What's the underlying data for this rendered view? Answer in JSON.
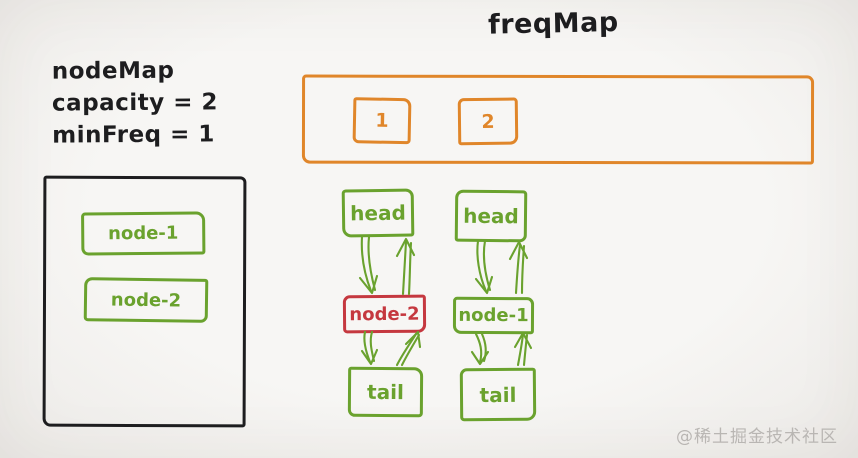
{
  "title": "freqMap",
  "node_map_info": {
    "name": "nodeMap",
    "capacity": "capacity = 2",
    "min_freq": "minFreq = 1"
  },
  "freq_map": {
    "buckets": [
      "1",
      "2"
    ]
  },
  "node_map": {
    "items": [
      "node-1",
      "node-2"
    ]
  },
  "lists": [
    {
      "freq": "1",
      "head": "head",
      "node": "node-2",
      "tail": "tail",
      "node_state_color": "#c5383f"
    },
    {
      "freq": "2",
      "head": "head",
      "node": "node-1",
      "tail": "tail",
      "node_state_color": "#6aa22e"
    }
  ],
  "watermark": "@稀土掘金技术社区",
  "colors": {
    "orange": "#e0862a",
    "green": "#6aa22e",
    "red": "#c5383f",
    "ink": "#1d1d1f",
    "watermark_gray": "#b9b6b3",
    "background": "#f7f6f4"
  }
}
